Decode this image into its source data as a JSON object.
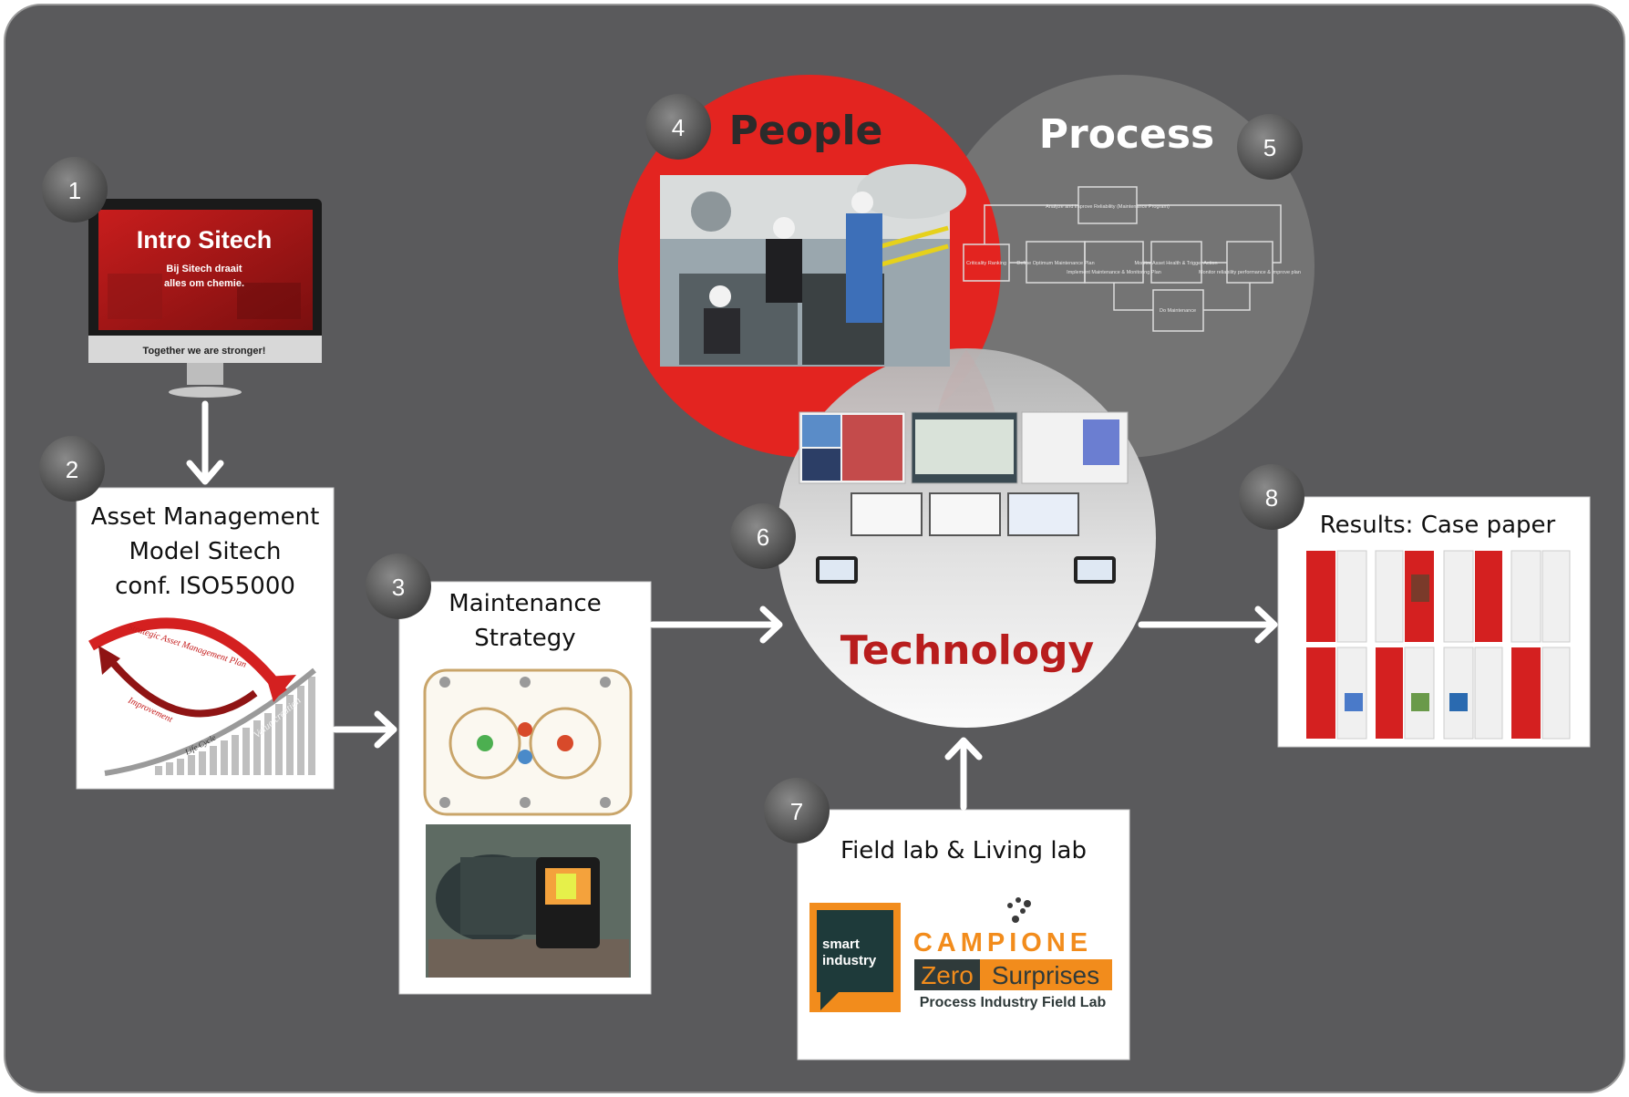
{
  "steps": [
    {
      "num": "1",
      "title": "Intro Sitech",
      "subtitle_line1": "Bij Sitech draait",
      "subtitle_line2": "alles om chemie.",
      "caption": "Together we are stronger!"
    },
    {
      "num": "2",
      "line1": "Asset Management",
      "line2": "Model Sitech",
      "line3": "conf. ISO55000",
      "arrow_top": "Strategic Asset Management Plan",
      "arrow_bottom": "Improvement",
      "lifecycle": "Life Cycle",
      "value": "Value creation"
    },
    {
      "num": "3",
      "line1": "Maintenance",
      "line2": "Strategy"
    },
    {
      "num": "4",
      "label": "People"
    },
    {
      "num": "5",
      "label": "Process",
      "boxes": [
        "Analyze and improve Reliability (Maintenance Program)",
        "Criticality Ranking",
        "Define Optimum Maintenance Plan",
        "Implement Maintenance & Monitoring Plan",
        "Monitor Asset Health & Trigger Action",
        "Monitor reliability performance & improve plan",
        "Do Maintenance"
      ]
    },
    {
      "num": "6",
      "label": "Technology"
    },
    {
      "num": "7",
      "label": "Field lab & Living lab",
      "logo1_line1": "smart",
      "logo1_line2": "industry",
      "logo2_top": "CAMPIONE",
      "logo2_mid1": "Zero",
      "logo2_mid2": "Surprises",
      "logo2_bottom": "Process Industry Field Lab"
    },
    {
      "num": "8",
      "label": "Results: Case paper"
    }
  ],
  "colors": {
    "background": "#5a5a5c",
    "accent": "#e32420",
    "tech_text": "#b81d1d"
  }
}
